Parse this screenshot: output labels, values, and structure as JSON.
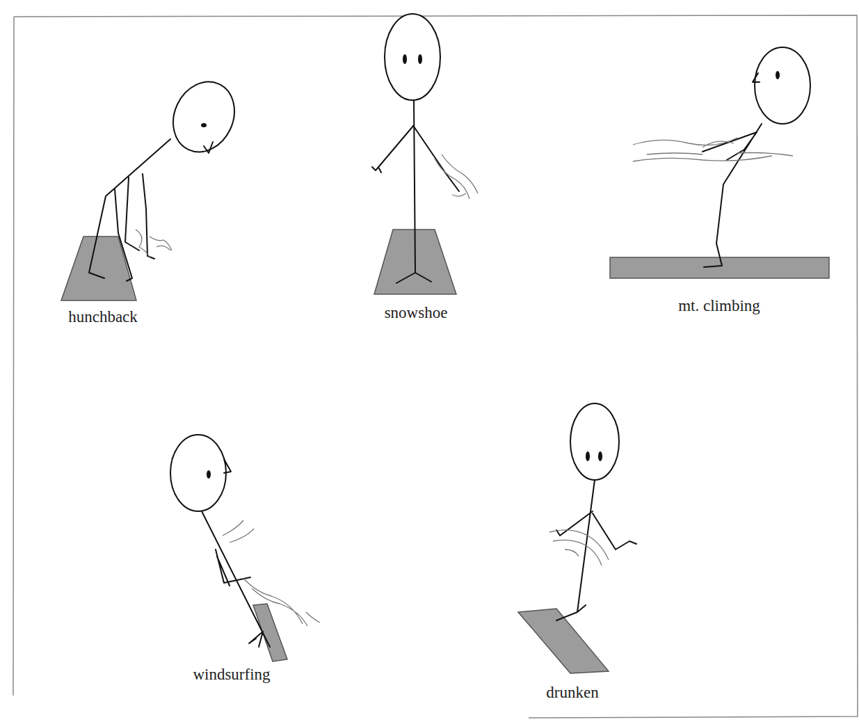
{
  "diagram": {
    "labels": [
      "hunchback",
      "snowshoe",
      "mt. climbing",
      "windsurfing",
      "drunken"
    ]
  }
}
